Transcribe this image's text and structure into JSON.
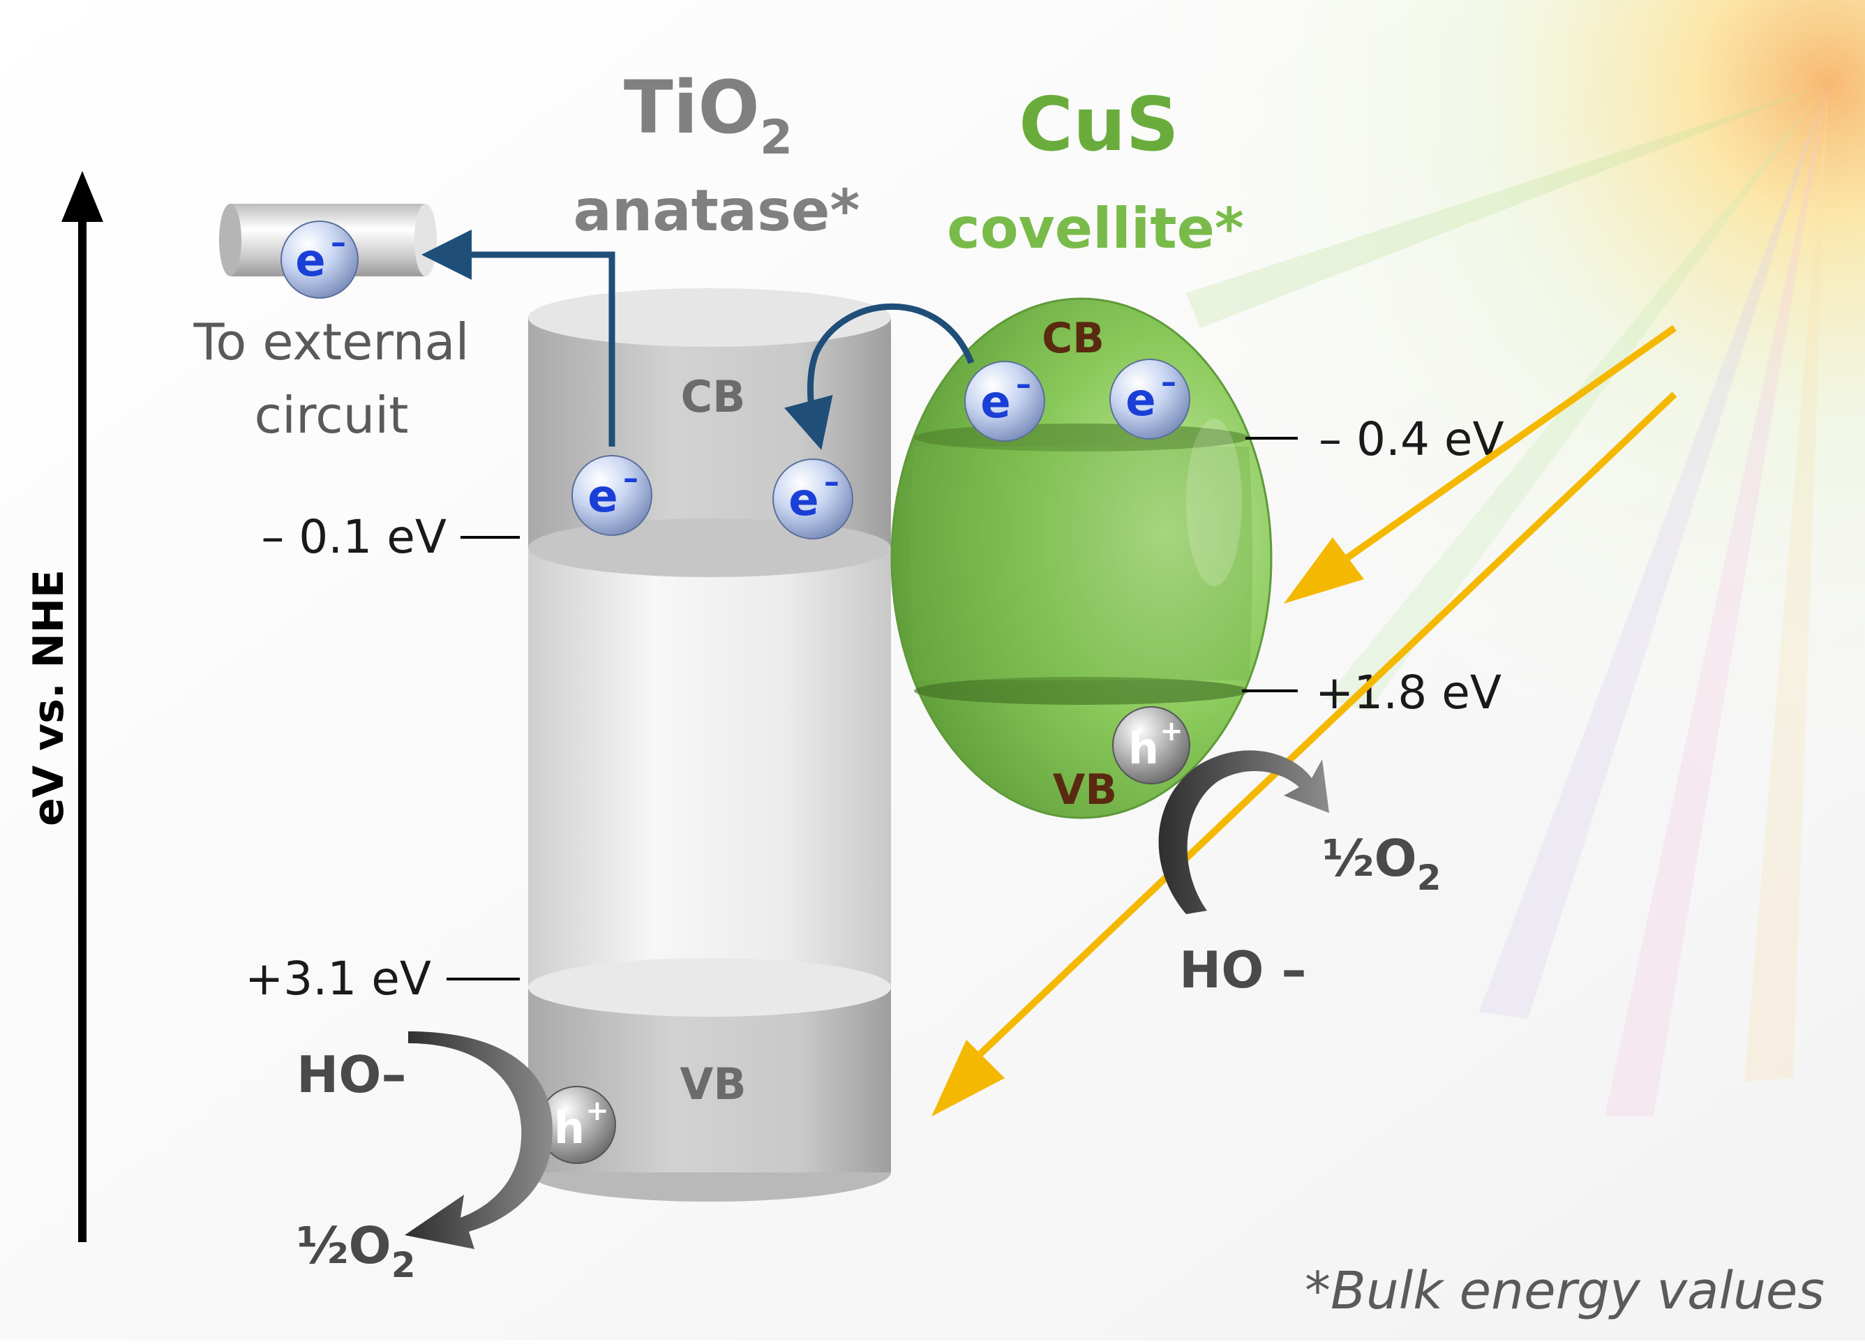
{
  "axis": {
    "label": "eV vs. NHE"
  },
  "tio2": {
    "formula_main": "TiO",
    "formula_sub": "2",
    "phase": "anatase*",
    "cb_label": "CB",
    "vb_label": "VB",
    "cb_energy": "– 0.1 eV",
    "vb_energy": "+3.1 eV"
  },
  "cus": {
    "formula": "CuS",
    "phase": "covellite*",
    "cb_label": "CB",
    "vb_label": "VB",
    "cb_energy": "– 0.4 eV",
    "vb_energy": "+1.8 eV"
  },
  "circuit": {
    "line1": "To external",
    "line2": "circuit"
  },
  "carriers": {
    "electron": "e",
    "electron_sup": "–",
    "hole": "h",
    "hole_sup": "+"
  },
  "reactions": {
    "tio2_reactant": "HO–",
    "tio2_product_main": "½O",
    "tio2_product_sub": "2",
    "cus_reactant": "HO –",
    "cus_product_main": "½O",
    "cus_product_sub": "2"
  },
  "footnote": "*Bulk energy values",
  "colors": {
    "tio2_title": "#808080",
    "cus_title": "#6aac3c",
    "electron_arrow": "#1f4e79",
    "light_arrow": "#f5b800",
    "band_label": "#5a2a10"
  }
}
